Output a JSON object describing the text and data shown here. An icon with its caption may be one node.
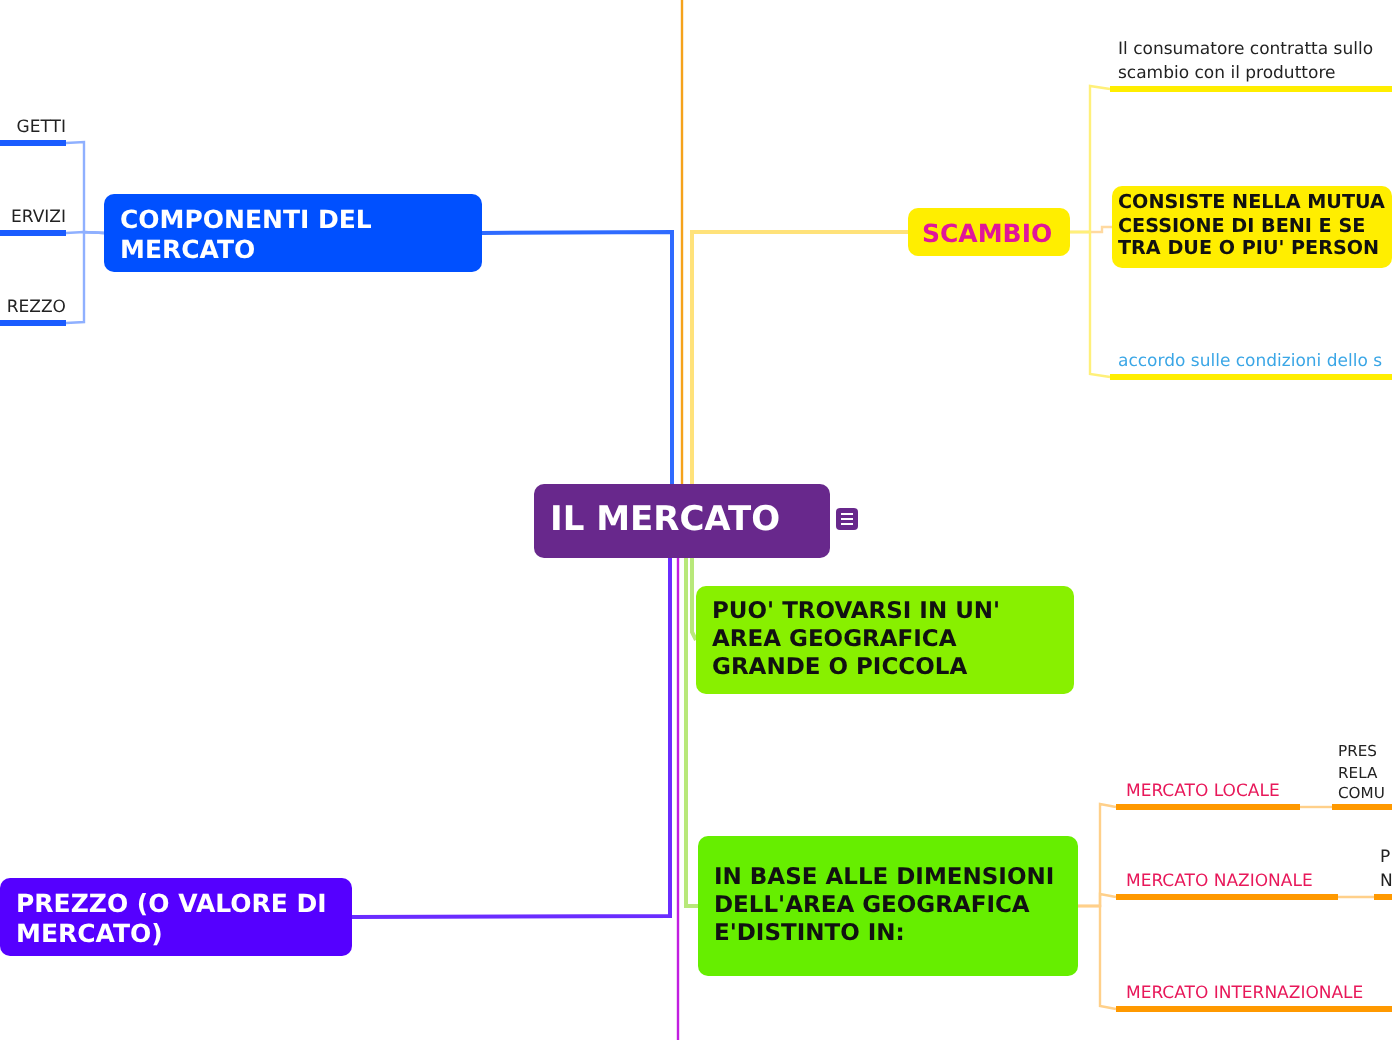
{
  "diagram": {
    "nodes": [
      {
        "text": [
          "IL MERCATO"
        ]
      },
      {
        "text": [
          "COMPONENTI DEL MERCATO"
        ]
      },
      {
        "text": [
          "GETTI"
        ]
      },
      {
        "text": [
          "ERVIZI"
        ]
      },
      {
        "text": [
          "REZZO"
        ]
      },
      {
        "text": [
          "SCAMBIO"
        ]
      },
      {
        "text": [
          "Il consumatore contratta sullo scambio con il produttore"
        ]
      },
      {
        "text": [
          "CONSISTE NELLA MUTUA CESSIONE DI BENI E SE TRA DUE O PIU' PERSON"
        ]
      },
      {
        "text": [
          "accordo sulle condizioni dello s"
        ]
      },
      {
        "text": [
          "PUO' TROVARSI IN UN' AREA GEOGRAFICA GRANDE O PICCOLA"
        ]
      },
      {
        "text": [
          "IN BASE ALLE DIMENSIONI DELL'AREA GEOGRAFICA E'DISTINTO IN:"
        ]
      },
      {
        "text": [
          "MERCATO LOCALE"
        ]
      },
      {
        "text": [
          "PRES RELA COMU"
        ]
      },
      {
        "text": [
          "MERCATO NAZIONALE"
        ]
      },
      {
        "text": [
          "P N"
        ]
      },
      {
        "text": [
          "MERCATO INTERNAZIONALE"
        ]
      },
      {
        "text": [
          "PREZZO (O VALORE DI MERCATO)"
        ]
      }
    ],
    "edges": [
      {
        "from": 0,
        "to": null,
        "arrow": "none",
        "color": "#f5a21b"
      },
      {
        "from": 0,
        "to": null,
        "arrow": "none",
        "color": "#c21ee0"
      },
      {
        "from": 0,
        "to": 1,
        "arrow": "none",
        "color": "#2f6bff"
      },
      {
        "from": 1,
        "to": 2,
        "arrow": "none",
        "color": "#8fb0ff"
      },
      {
        "from": 1,
        "to": 3,
        "arrow": "none",
        "color": "#8fb0ff"
      },
      {
        "from": 1,
        "to": 4,
        "arrow": "none",
        "color": "#8fb0ff"
      },
      {
        "from": 0,
        "to": 5,
        "arrow": "none",
        "color": "#ffe27a"
      },
      {
        "from": 5,
        "to": 6,
        "arrow": "none",
        "color": "#fff07a"
      },
      {
        "from": 5,
        "to": 7,
        "arrow": "none",
        "color": "#ffd9a0"
      },
      {
        "from": 5,
        "to": 8,
        "arrow": "none",
        "color": "#fff07a"
      },
      {
        "from": 0,
        "to": 9,
        "arrow": "none",
        "color": "#b8e87a"
      },
      {
        "from": 0,
        "to": 10,
        "arrow": "none",
        "color": "#b8e87a"
      },
      {
        "from": 0,
        "to": 16,
        "arrow": "none",
        "color": "#6a2cff"
      },
      {
        "from": 10,
        "to": 11,
        "arrow": "none",
        "color": "#ffd08a"
      },
      {
        "from": 10,
        "to": 13,
        "arrow": "none",
        "color": "#ffd08a"
      },
      {
        "from": 10,
        "to": 15,
        "arrow": "none",
        "color": "#ffd08a"
      },
      {
        "from": 11,
        "to": 12,
        "arrow": "none",
        "color": "#ffd08a"
      },
      {
        "from": 13,
        "to": 14,
        "arrow": "none",
        "color": "#ffd08a"
      }
    ]
  }
}
